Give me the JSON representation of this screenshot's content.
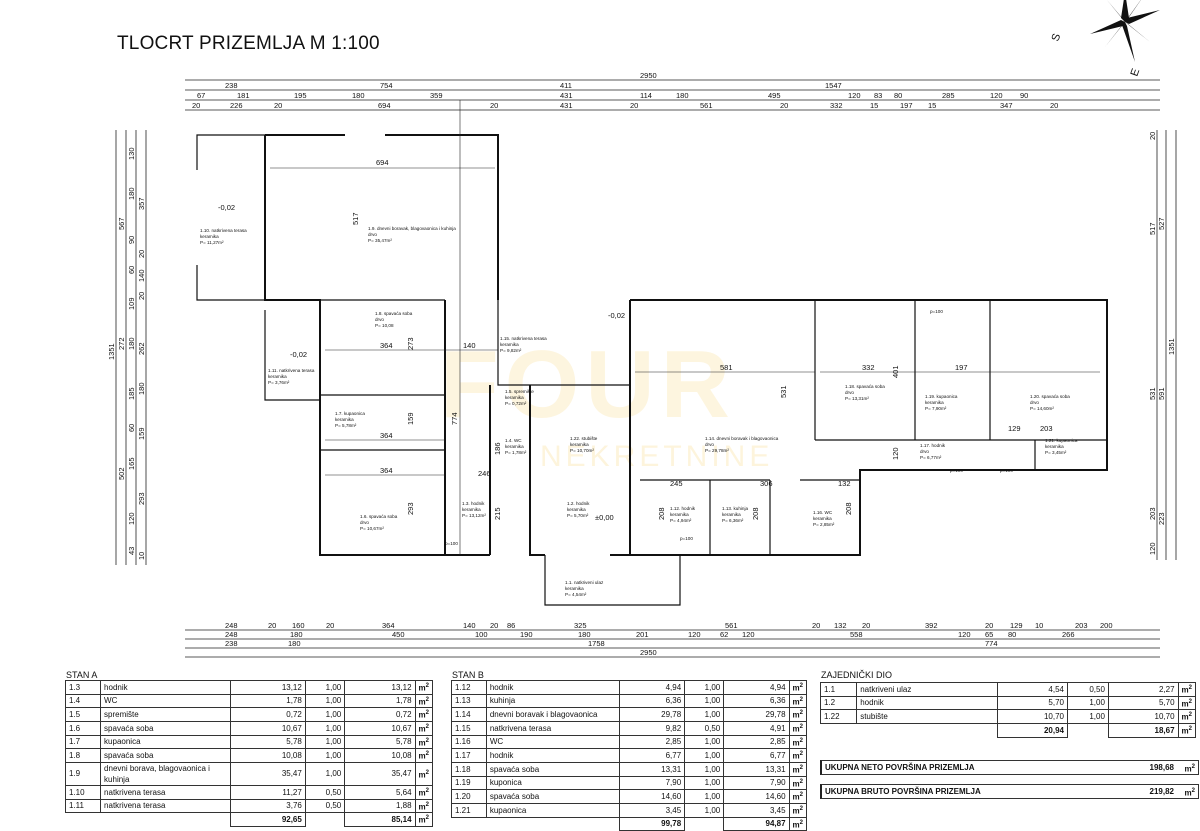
{
  "title": "TLOCRT PRIZEMLJA M 1:100",
  "compass": {
    "labels": [
      "S",
      "E"
    ]
  },
  "dimensions": {
    "top_overall": "2950",
    "top_row1": [
      "238",
      "754",
      "411",
      "1547"
    ],
    "top_row2": [
      "67",
      "181",
      "195",
      "180",
      "359",
      "431",
      "114",
      "180",
      "495",
      "120",
      "83",
      "80",
      "285",
      "120",
      "90"
    ],
    "top_row3": [
      "20",
      "226",
      "20",
      "694",
      "20",
      "431",
      "20",
      "561",
      "20",
      "332",
      "15",
      "197",
      "15",
      "347",
      "20"
    ],
    "bottom_row1": [
      "248",
      "20",
      "160",
      "20",
      "364",
      "140",
      "20",
      "86",
      "325",
      "561",
      "20",
      "132",
      "20",
      "392",
      "20",
      "129",
      "10",
      "203",
      "200"
    ],
    "bottom_row2": [
      "248",
      "180",
      "450",
      "100",
      "190",
      "180",
      "201",
      "120",
      "62",
      "120",
      "558",
      "120",
      "65",
      "80",
      "266"
    ],
    "bottom_row3": [
      "238",
      "180",
      "1758",
      "774"
    ],
    "bottom_overall": "2950",
    "left_overall": "1351",
    "left_row1": [
      "567",
      "272",
      "502"
    ],
    "left_row2": [
      "130",
      "180",
      "90",
      "60",
      "109",
      "180",
      "185",
      "60",
      "165",
      "120",
      "43"
    ],
    "left_row3": [
      "357",
      "20",
      "140",
      "20",
      "262",
      "180",
      "159",
      "293",
      "10"
    ],
    "right_overall": "1351",
    "right_row1": [
      "517",
      "531",
      "203",
      "120",
      "20"
    ],
    "right_row2": [
      "527",
      "591",
      "223"
    ]
  },
  "rooms": [
    {
      "id": "1.10",
      "name": "1.10. natkrivena terasa",
      "floor": "keramika",
      "area": "P= 11,27m²"
    },
    {
      "id": "1.9",
      "name": "1.9. dnevni boravak, blagovaonica i kuhinja",
      "floor": "drvo",
      "area": "P= 35,47m²"
    },
    {
      "id": "1.8",
      "name": "1.8. spavaća soba",
      "floor": "drvo",
      "area": "P= 10,08"
    },
    {
      "id": "1.11",
      "name": "1.11. natkrivena terasa",
      "floor": "keramika",
      "area": "P= 3,76m²"
    },
    {
      "id": "1.7",
      "name": "1.7. kupaonica",
      "floor": "keramika",
      "area": "P= 5,78m²"
    },
    {
      "id": "1.6",
      "name": "1.6. spavaća soba",
      "floor": "drvo",
      "area": "P= 10,67m²"
    },
    {
      "id": "1.3",
      "name": "1.3. hodnik",
      "floor": "keramika",
      "area": "P= 13,12m²"
    },
    {
      "id": "1.5",
      "name": "1.5. spremište",
      "floor": "keramika",
      "area": "P= 0,72m²"
    },
    {
      "id": "1.4",
      "name": "1.4. WC",
      "floor": "keramika",
      "area": "P= 1,78m²"
    },
    {
      "id": "1.15",
      "name": "1.15. natkrivena terasa",
      "floor": "keramika",
      "area": "P= 9,82m²"
    },
    {
      "id": "1.22",
      "name": "1.22. stubište",
      "floor": "keramika",
      "area": "P= 10,70m²"
    },
    {
      "id": "1.2",
      "name": "1.2. hodnik",
      "floor": "keramika",
      "area": "P= 5,70m²"
    },
    {
      "id": "1.1",
      "name": "1.1. natkriveni ulaz",
      "floor": "keramika",
      "area": "P= 4,54m²"
    },
    {
      "id": "1.14",
      "name": "1.14. dnevni boravak i blagovaonica",
      "floor": "drvo",
      "area": "P= 29,78m²"
    },
    {
      "id": "1.12",
      "name": "1.12. hodnik",
      "floor": "keramika",
      "area": "P= 4,94m²"
    },
    {
      "id": "1.13",
      "name": "1.13. kuhinja",
      "floor": "keramika",
      "area": "P= 6,36m²"
    },
    {
      "id": "1.16",
      "name": "1.16. WC",
      "floor": "keramika",
      "area": "P= 2,85m²"
    },
    {
      "id": "1.17",
      "name": "1.17. hodnik",
      "floor": "drvo",
      "area": "P= 6,77m²"
    },
    {
      "id": "1.18",
      "name": "1.18. spavaća soba",
      "floor": "drvo",
      "area": "P= 13,31m²"
    },
    {
      "id": "1.19",
      "name": "1.19. kupaonica",
      "floor": "keramika",
      "area": "P= 7,90m²"
    },
    {
      "id": "1.20",
      "name": "1.20. spavaća soba",
      "floor": "drvo",
      "area": "P= 14,60m²"
    },
    {
      "id": "1.21",
      "name": "1.21. kupaonica",
      "floor": "keramika",
      "area": "P= 3,45m²"
    }
  ],
  "plan_labels": {
    "level_terrace_1": "-0,02",
    "level_terrace_2": "-0,02",
    "level_terrace_3": "-0,02",
    "level_entry": "±0,00",
    "inner_dims": [
      "694",
      "517",
      "364",
      "273",
      "140",
      "364",
      "159",
      "774",
      "364",
      "293",
      "186",
      "246",
      "215",
      "208",
      "245",
      "306",
      "208",
      "581",
      "531",
      "332",
      "401",
      "197",
      "129",
      "203",
      "120",
      "132",
      "208"
    ],
    "door_marks": [
      "p=100",
      "p=100",
      "p=100",
      "p=100",
      "p=100"
    ]
  },
  "watermark": {
    "main": "FOUR",
    "sub": "NEKRETNINE"
  },
  "unit": "m",
  "stan_a": {
    "label": "STAN A",
    "rows": [
      {
        "no": "1.3",
        "name": "hodnik",
        "area": "13,12",
        "coef": "1,00",
        "net": "13,12"
      },
      {
        "no": "1.4",
        "name": "WC",
        "area": "1,78",
        "coef": "1,00",
        "net": "1,78"
      },
      {
        "no": "1.5",
        "name": "spremište",
        "area": "0,72",
        "coef": "1,00",
        "net": "0,72"
      },
      {
        "no": "1.6",
        "name": "spavaća soba",
        "area": "10,67",
        "coef": "1,00",
        "net": "10,67"
      },
      {
        "no": "1.7",
        "name": "kupaonica",
        "area": "5,78",
        "coef": "1,00",
        "net": "5,78"
      },
      {
        "no": "1.8",
        "name": "spavaća soba",
        "area": "10,08",
        "coef": "1,00",
        "net": "10,08"
      },
      {
        "no": "1.9",
        "name": "dnevni borava, blagovaonica i kuhinja",
        "area": "35,47",
        "coef": "1,00",
        "net": "35,47"
      },
      {
        "no": "1.10",
        "name": "natkrivena terasa",
        "area": "11,27",
        "coef": "0,50",
        "net": "5,64"
      },
      {
        "no": "1.11",
        "name": "natkrivena terasa",
        "area": "3,76",
        "coef": "0,50",
        "net": "1,88"
      }
    ],
    "total_area": "92,65",
    "total_net": "85,14"
  },
  "stan_b": {
    "label": "STAN B",
    "rows": [
      {
        "no": "1.12",
        "name": "hodnik",
        "area": "4,94",
        "coef": "1,00",
        "net": "4,94"
      },
      {
        "no": "1.13",
        "name": "kuhinja",
        "area": "6,36",
        "coef": "1,00",
        "net": "6,36"
      },
      {
        "no": "1.14",
        "name": "dnevni boravak i blagovaonica",
        "area": "29,78",
        "coef": "1,00",
        "net": "29,78"
      },
      {
        "no": "1.15",
        "name": "natkrivena terasa",
        "area": "9,82",
        "coef": "0,50",
        "net": "4,91"
      },
      {
        "no": "1.16",
        "name": "WC",
        "area": "2,85",
        "coef": "1,00",
        "net": "2,85"
      },
      {
        "no": "1.17",
        "name": "hodnik",
        "area": "6,77",
        "coef": "1,00",
        "net": "6,77"
      },
      {
        "no": "1.18",
        "name": "spavaća soba",
        "area": "13,31",
        "coef": "1,00",
        "net": "13,31"
      },
      {
        "no": "1.19",
        "name": "kuponica",
        "area": "7,90",
        "coef": "1,00",
        "net": "7,90"
      },
      {
        "no": "1.20",
        "name": "spavaća soba",
        "area": "14,60",
        "coef": "1,00",
        "net": "14,60"
      },
      {
        "no": "1.21",
        "name": "kupaonica",
        "area": "3,45",
        "coef": "1,00",
        "net": "3,45"
      }
    ],
    "total_area": "99,78",
    "total_net": "94,87"
  },
  "zajednicki": {
    "label": "ZAJEDNIČKI DIO",
    "rows": [
      {
        "no": "1.1",
        "name": "natkriveni ulaz",
        "area": "4,54",
        "coef": "0,50",
        "net": "2,27"
      },
      {
        "no": "1.2",
        "name": "hodnik",
        "area": "5,70",
        "coef": "1,00",
        "net": "5,70"
      },
      {
        "no": "1.22",
        "name": "stubište",
        "area": "10,70",
        "coef": "1,00",
        "net": "10,70"
      }
    ],
    "total_area": "20,94",
    "total_net": "18,67"
  },
  "totals": {
    "neto_label": "UKUPNA NETO POVRŠINA PRIZEMLJA",
    "neto_value": "198,68",
    "bruto_label": "UKUPNA BRUTO POVRŠINA PRIZEMLJA",
    "bruto_value": "219,82"
  }
}
